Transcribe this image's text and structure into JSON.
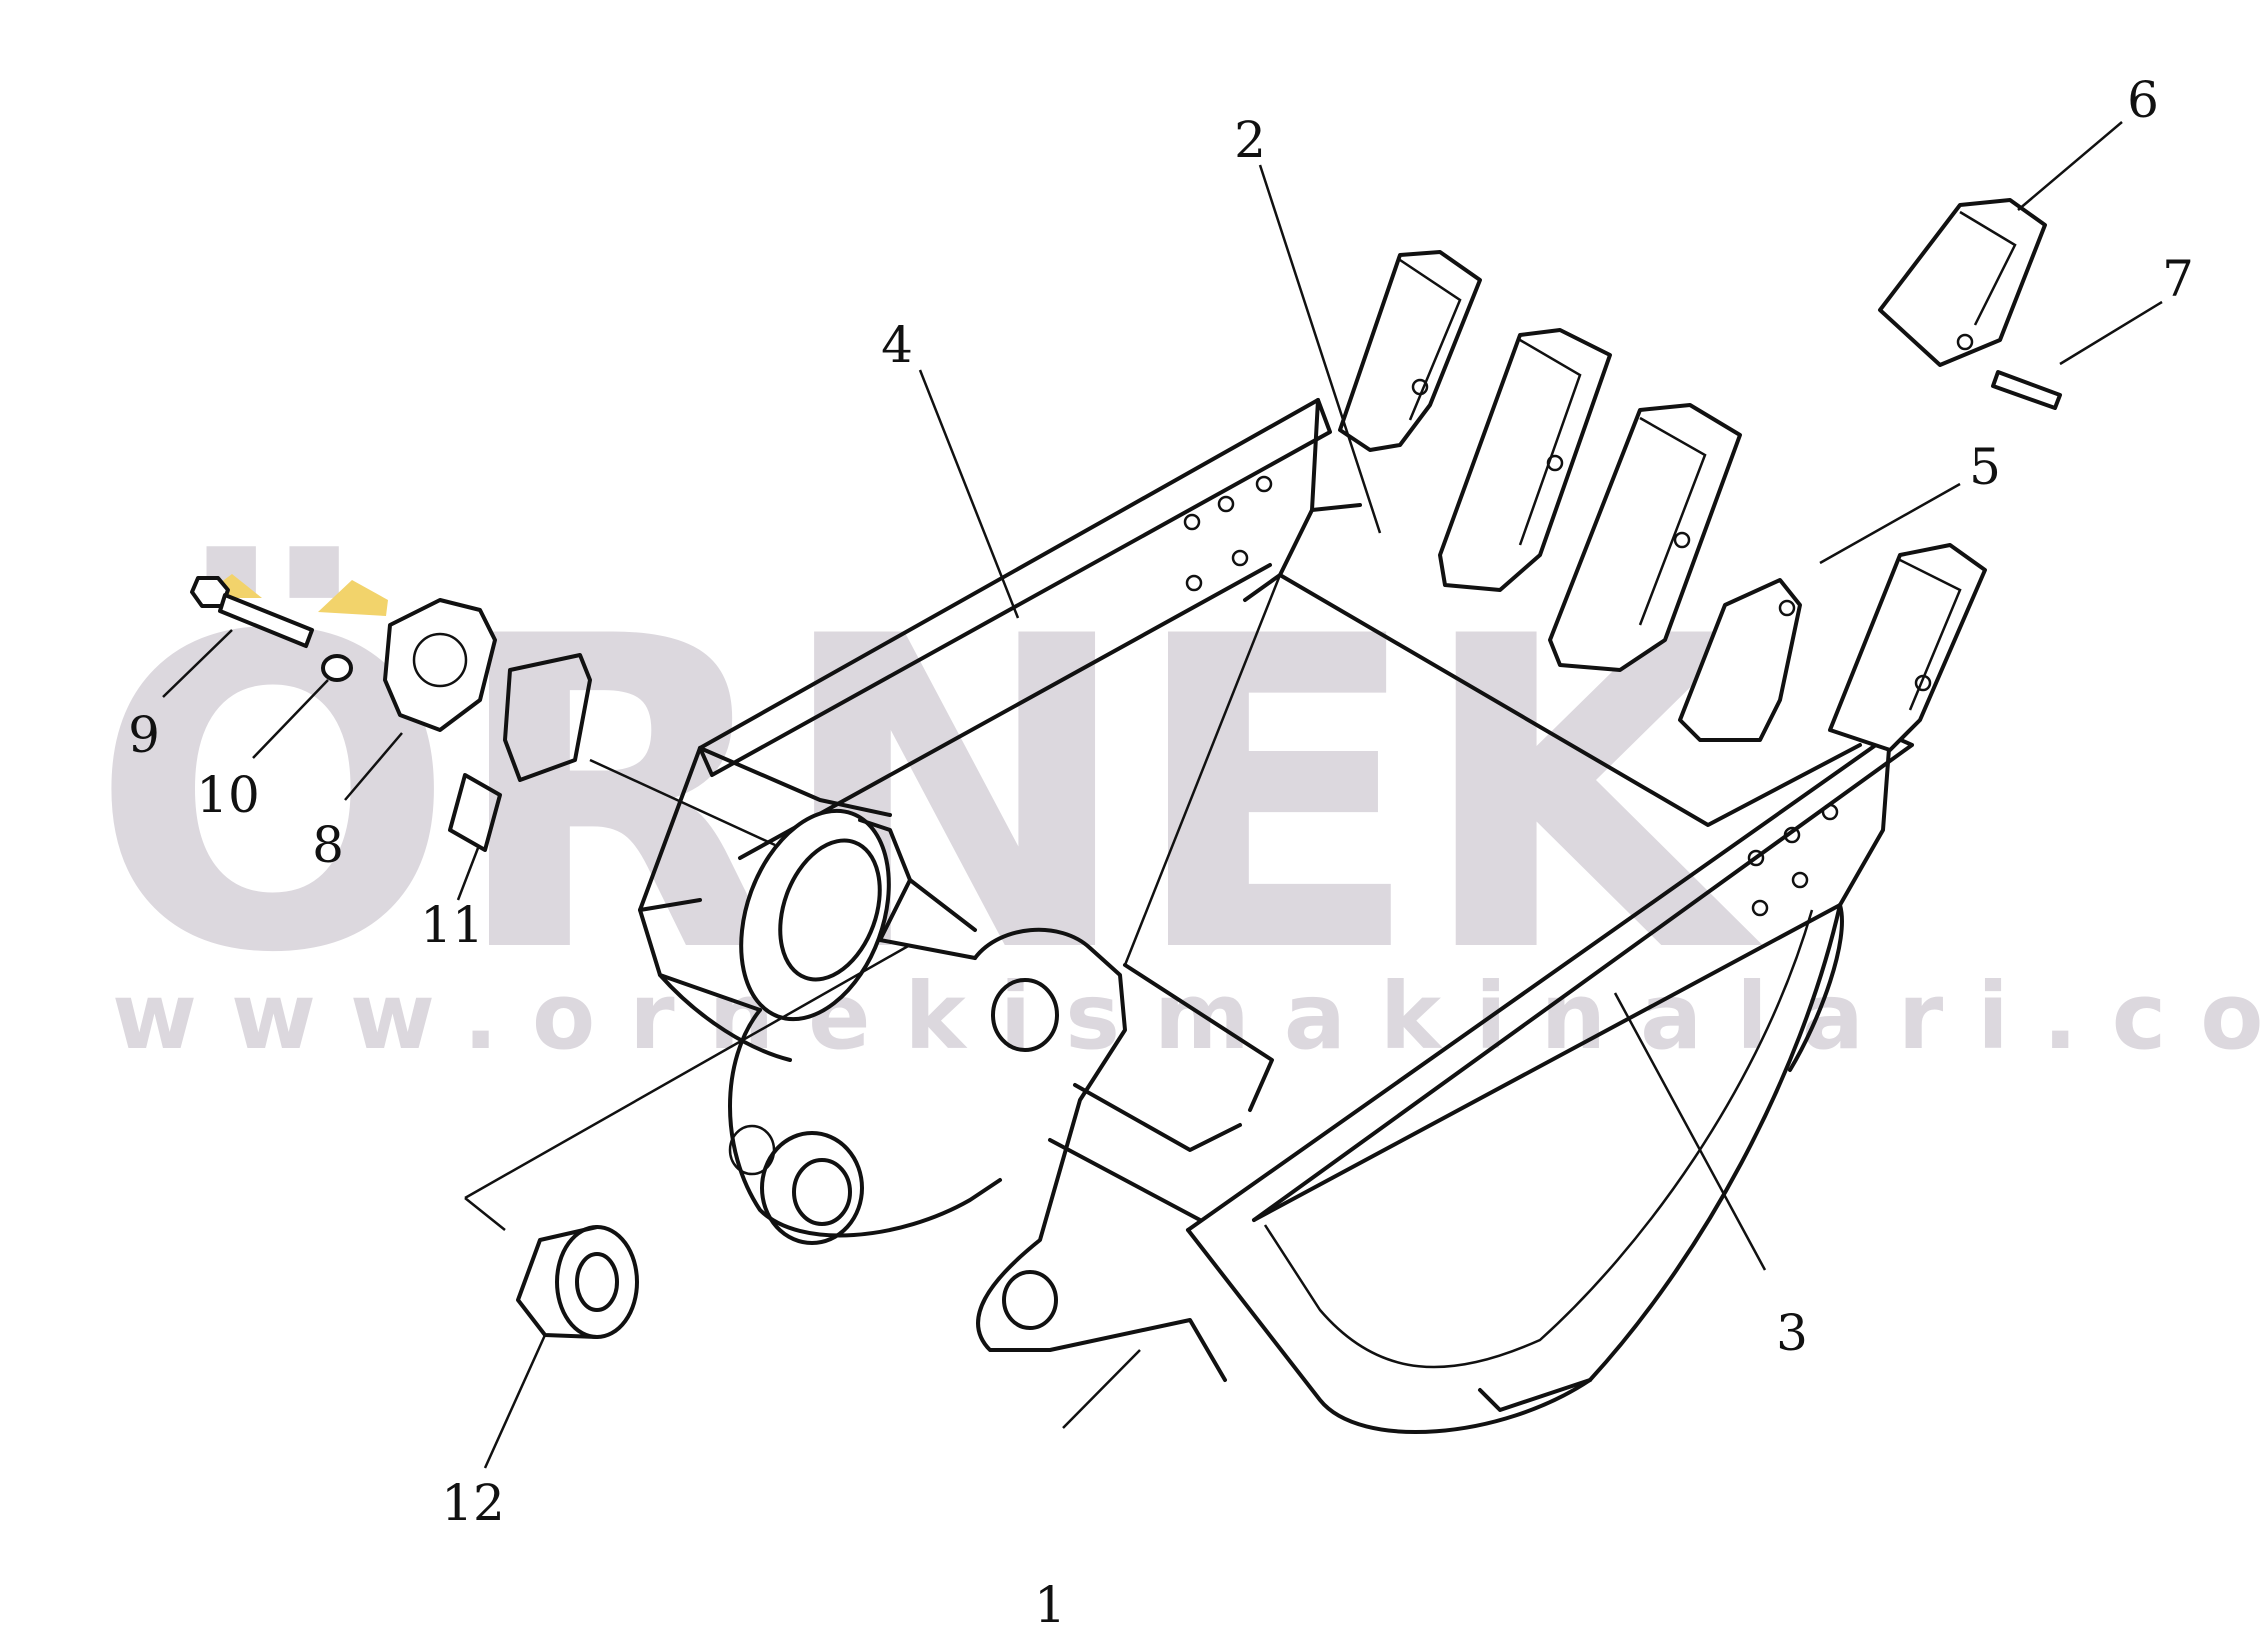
{
  "figure": {
    "watermark": {
      "brand": "ÖRNEK",
      "url": "www.ornekismakinalari.com.tr",
      "color": "#dcd8de"
    },
    "callouts": [
      {
        "id": "1",
        "label": "1"
      },
      {
        "id": "2",
        "label": "2"
      },
      {
        "id": "3",
        "label": "3"
      },
      {
        "id": "4",
        "label": "4"
      },
      {
        "id": "5",
        "label": "5"
      },
      {
        "id": "6",
        "label": "6"
      },
      {
        "id": "7",
        "label": "7"
      },
      {
        "id": "8",
        "label": "8"
      },
      {
        "id": "9",
        "label": "9"
      },
      {
        "id": "10",
        "label": "10"
      },
      {
        "id": "11",
        "label": "11"
      },
      {
        "id": "12",
        "label": "12"
      }
    ],
    "colors": {
      "line": "#111111",
      "background": "#ffffff",
      "accent": "#f2d36b"
    }
  }
}
